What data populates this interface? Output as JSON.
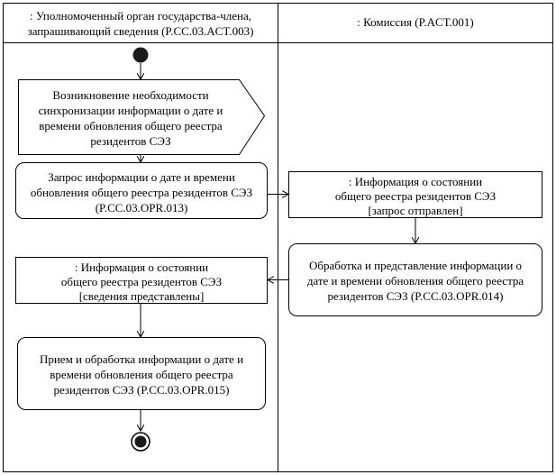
{
  "lanes": {
    "left": {
      "title_line1": ": Уполномоченный орган государства-члена,",
      "title_line2": "запрашивающий сведения (P.CC.03.ACT.003)"
    },
    "right": {
      "title": ": Комиссия (P.ACT.001)"
    }
  },
  "nodes": {
    "signal": {
      "line1": "Возникновение необходимости",
      "line2": "синхронизации информации о дате и",
      "line3": "времени обновления общего реестра",
      "line4": "резидентов СЭЗ"
    },
    "request": {
      "line1": "Запрос информации о дате и времени",
      "line2": "обновления общего реестра резидентов СЭЗ",
      "line3": "(P.CC.03.OPR.013)"
    },
    "obj_sent": {
      "line1": ": Информация о состоянии",
      "line2": "общего реестра резидентов СЭЗ",
      "line3": "[запрос отправлен]"
    },
    "process": {
      "line1": "Обработка и представление информации о",
      "line2": "дате и времени обновления общего реестра",
      "line3": "резидентов СЭЗ (P.CC.03.OPR.014)"
    },
    "obj_provided": {
      "line1": ": Информация о состоянии",
      "line2": "общего реестра резидентов СЭЗ",
      "line3": "[сведения представлены]"
    },
    "receive": {
      "line1": "Прием и обработка информации о дате и",
      "line2": "времени обновления общего реестра",
      "line3": "резидентов СЭЗ (P.CC.03.OPR.015)"
    }
  },
  "colors": {
    "stroke": "#000000",
    "fill": "#ffffff",
    "node": "#1a1a1a"
  }
}
